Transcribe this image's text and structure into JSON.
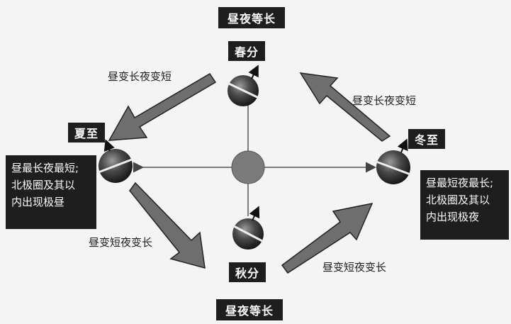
{
  "labels": {
    "equal_top": "昼夜等长",
    "equal_bottom": "昼夜等长",
    "spring": "春分",
    "summer": "夏至",
    "autumn": "秋分",
    "winter": "冬至",
    "summer_desc": "昼最长夜最短;\n北极圈及其以\n内出现极昼",
    "winter_desc": "昼最短夜最长;\n北极圈及其以\n内出现极夜",
    "arrow_spring_to_summer": "昼变长夜变短",
    "arrow_winter_to_spring": "昼变长夜变短",
    "arrow_summer_to_autumn": "昼变短夜变长",
    "arrow_autumn_to_winter": "昼变短夜变长"
  }
}
